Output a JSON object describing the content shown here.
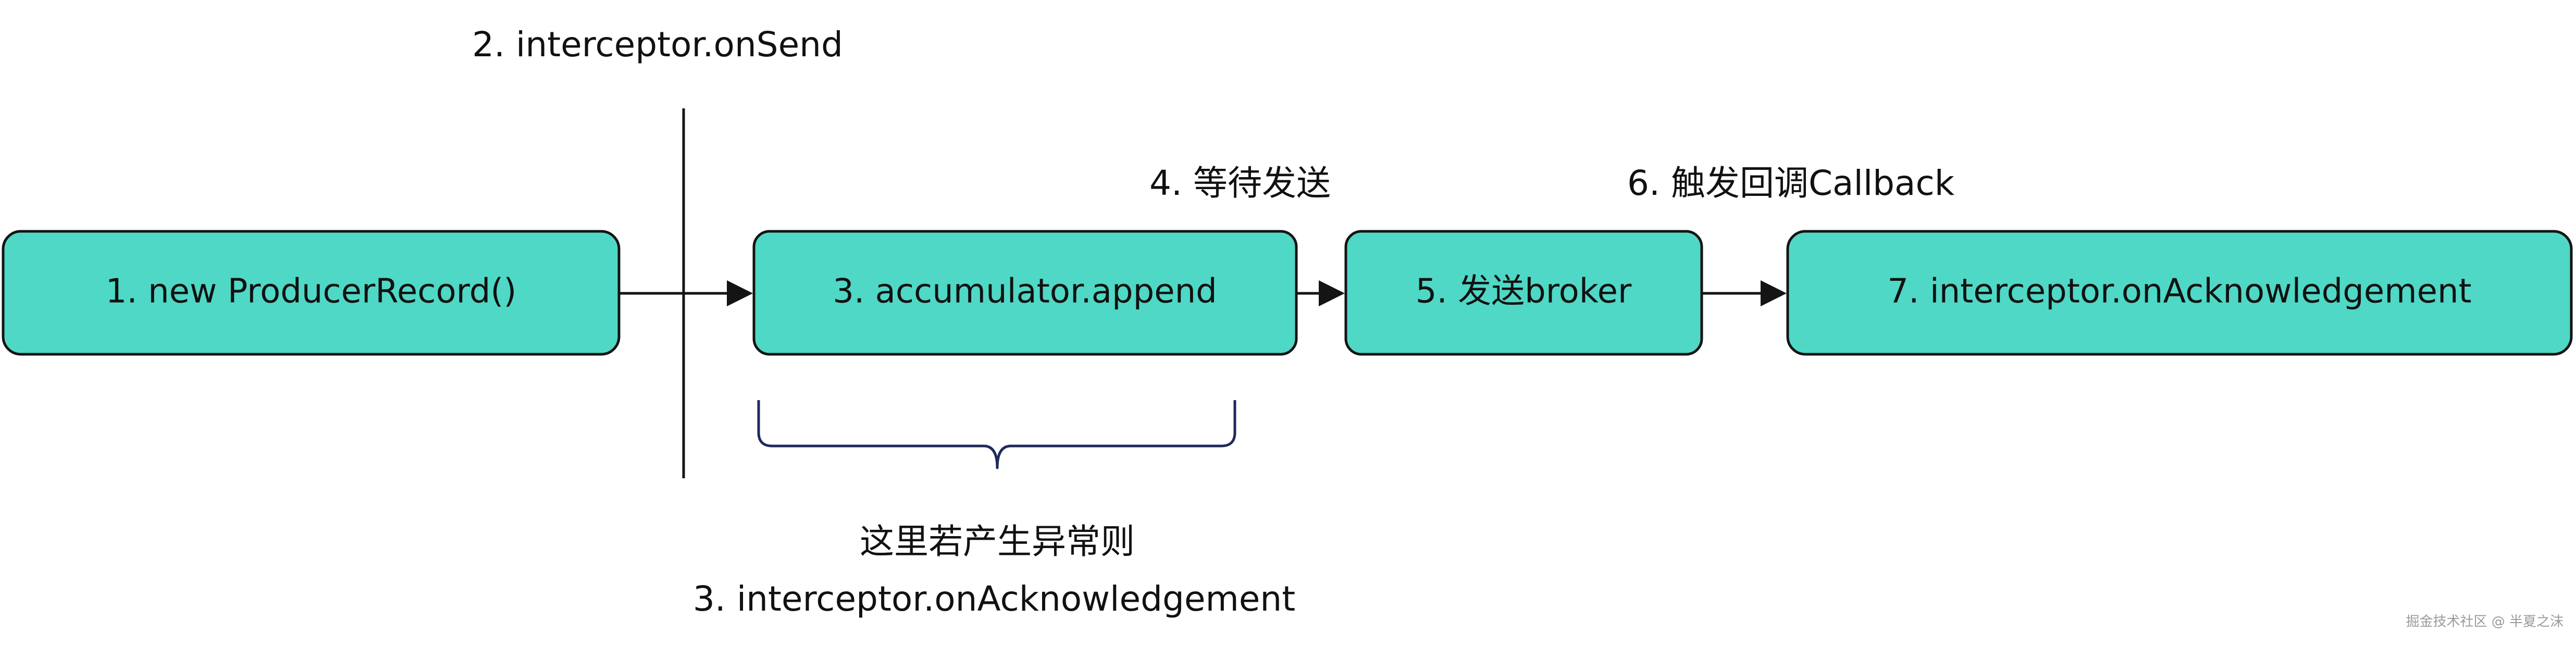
{
  "colors": {
    "box_fill": "#4fd8c6",
    "box_stroke": "#141414",
    "line": "#141414",
    "brace": "#1f2a5a",
    "text": "#111111",
    "watermark": "#9a9a9a"
  },
  "boxes": {
    "new_record": "1. new ProducerRecord()",
    "accumulator_append": "3. accumulator.append",
    "send_broker": "5. 发送broker",
    "on_acknowledgement": "7. interceptor.onAcknowledgement"
  },
  "labels": {
    "on_send": "2. interceptor.onSend",
    "wait_send": "4. 等待发送",
    "trigger_callback": "6. 触发回调Callback",
    "exception_note": "这里若产生异常则",
    "exception_ack": "3. interceptor.onAcknowledgement"
  },
  "watermark": "掘金技术社区 @ 半夏之沫"
}
